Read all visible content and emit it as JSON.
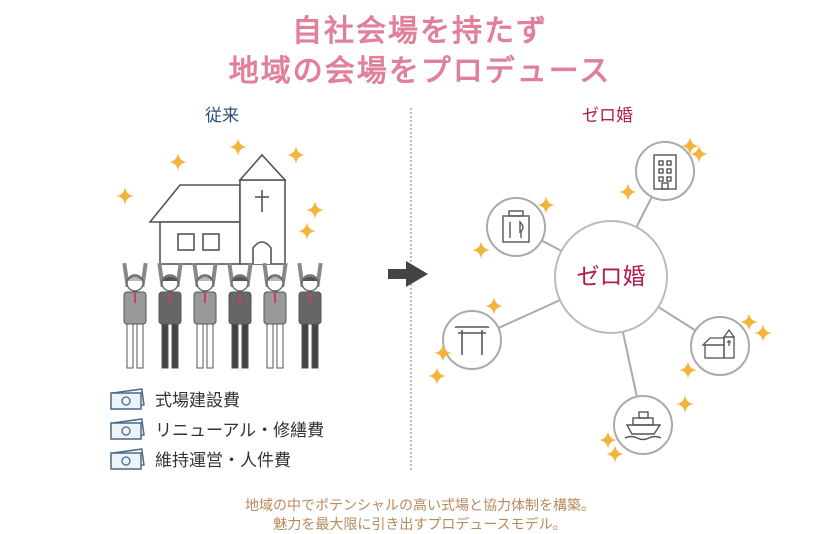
{
  "title": {
    "line1": "自社会場を持たず",
    "line2": "地域の会場をプロデュース"
  },
  "left": {
    "heading": "従来",
    "costs": [
      {
        "icon": "money-icon",
        "label": "式場建設費"
      },
      {
        "icon": "money-icon",
        "label": "リニューアル・修繕費"
      },
      {
        "icon": "money-icon",
        "label": "維持運営・人件費"
      }
    ]
  },
  "right": {
    "heading": "ゼロ婚",
    "center_label": "ゼロ婚",
    "venues": [
      "office-building-icon",
      "restaurant-icon",
      "shrine-torii-icon",
      "chapel-icon",
      "cruise-ship-icon"
    ]
  },
  "footer": {
    "line1": "地域の中でポテンシャルの高い式場と協力体制を構築。",
    "line2": "魅力を最大限に引き出すプロデュースモデル。"
  },
  "colors": {
    "title": "#e0809a",
    "left_heading": "#2f4f7a",
    "brand": "#b01c4e",
    "sparkle": "#f2b43a",
    "footer": "#b8895c"
  }
}
